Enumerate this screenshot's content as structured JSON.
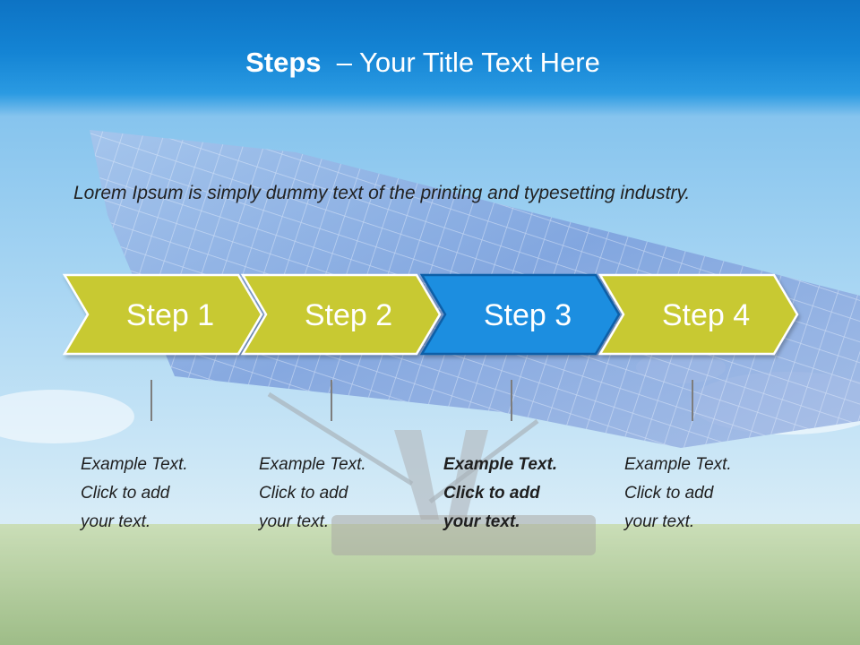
{
  "title": {
    "bold": "Steps",
    "rest": "– Your Title Text Here"
  },
  "body": "Lorem Ipsum is simply dummy text of the printing and typesetting industry.",
  "colors": {
    "step_default": "#c8c931",
    "step_active": "#1d8ee0",
    "title_band": "#1482d2"
  },
  "steps": [
    {
      "label": "Step 1",
      "active": false,
      "caption": [
        "Example Text.",
        "Click  to add",
        "your text."
      ]
    },
    {
      "label": "Step 2",
      "active": false,
      "caption": [
        "Example Text.",
        "Click  to add",
        "your text."
      ]
    },
    {
      "label": "Step 3",
      "active": true,
      "caption": [
        "Example Text.",
        "Click  to add",
        "your text."
      ]
    },
    {
      "label": "Step 4",
      "active": false,
      "caption": [
        "Example Text.",
        "Click  to add",
        "your text."
      ]
    }
  ]
}
